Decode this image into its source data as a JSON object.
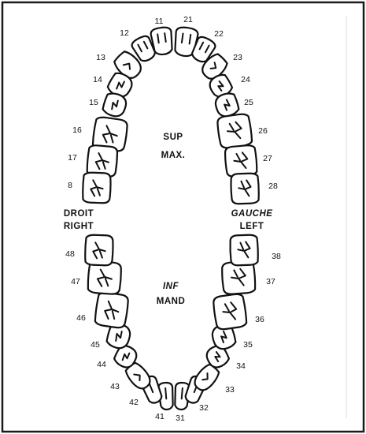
{
  "labels": {
    "sup": "SUP",
    "max": "MAX.",
    "inf": "INF",
    "mand": "MAND",
    "droit": "DROIT",
    "right": "RIGHT",
    "gauche": "GAUCHE",
    "left": "LEFT"
  },
  "teeth": {
    "upper_right": [
      "11",
      "12",
      "13",
      "14",
      "15",
      "16",
      "17",
      "8"
    ],
    "upper_left": [
      "21",
      "22",
      "23",
      "24",
      "25",
      "26",
      "27",
      "28"
    ],
    "lower_left": [
      "31",
      "32",
      "33",
      "34",
      "35",
      "36",
      "37",
      "38"
    ],
    "lower_right": [
      "41",
      "42",
      "43",
      "44",
      "45",
      "46",
      "47",
      "48"
    ]
  },
  "colors": {
    "ink": "#111111",
    "background": "#ffffff",
    "frame": "#1a1a1a"
  }
}
